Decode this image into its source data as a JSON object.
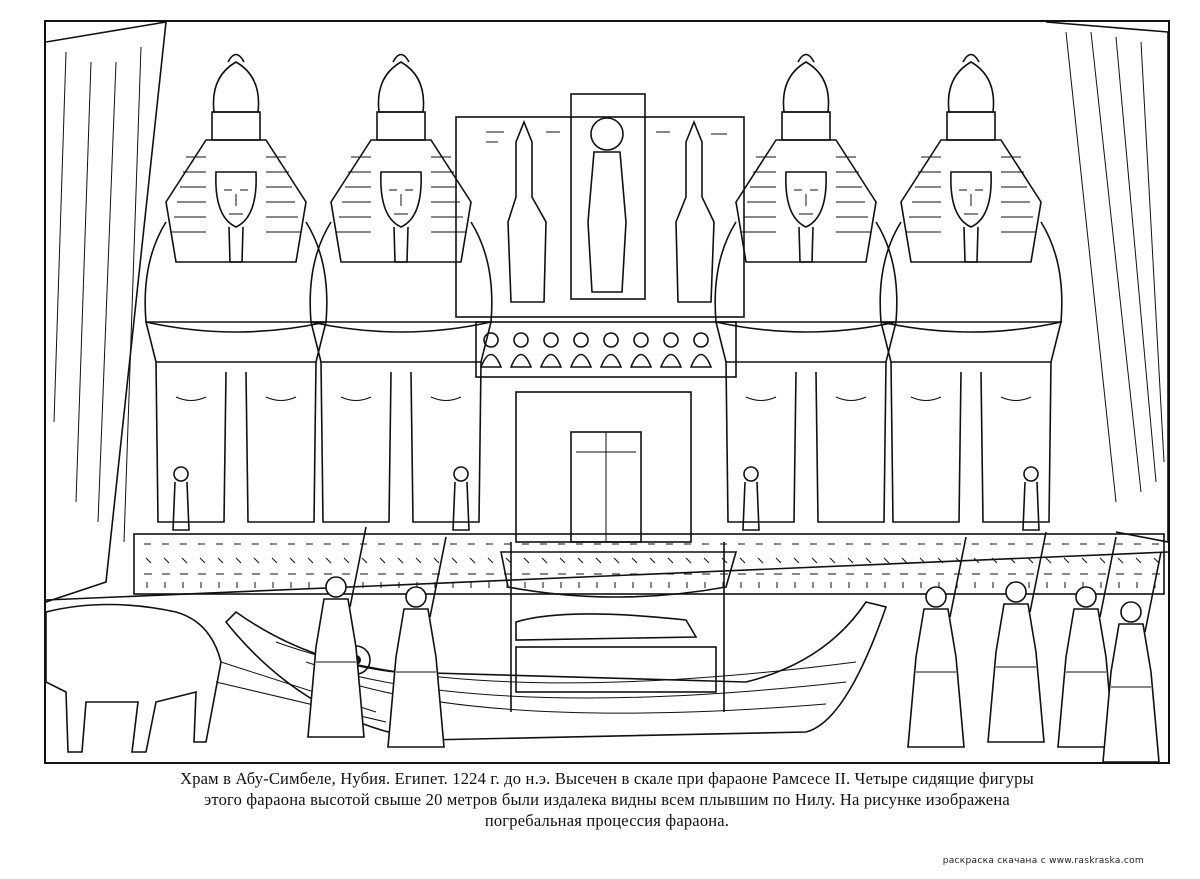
{
  "caption": {
    "line1": "Храм в Абу-Симбеле, Нубия. Египет. 1224 г. до н.э. Высечен в скале при фараоне Рамсесе II. Четыре сидящие фигуры",
    "line2": "этого фараона высотой свыше 20 метров были издалека видны всем плывшим по Нилу. На рисунке изображена",
    "line3": "погребальная процессия фараона."
  },
  "credit": "раскраска скачана с www.raskraska.com",
  "illustration": {
    "statues": 4,
    "stroke_color": "#111111",
    "paper_color": "#ffffff"
  }
}
